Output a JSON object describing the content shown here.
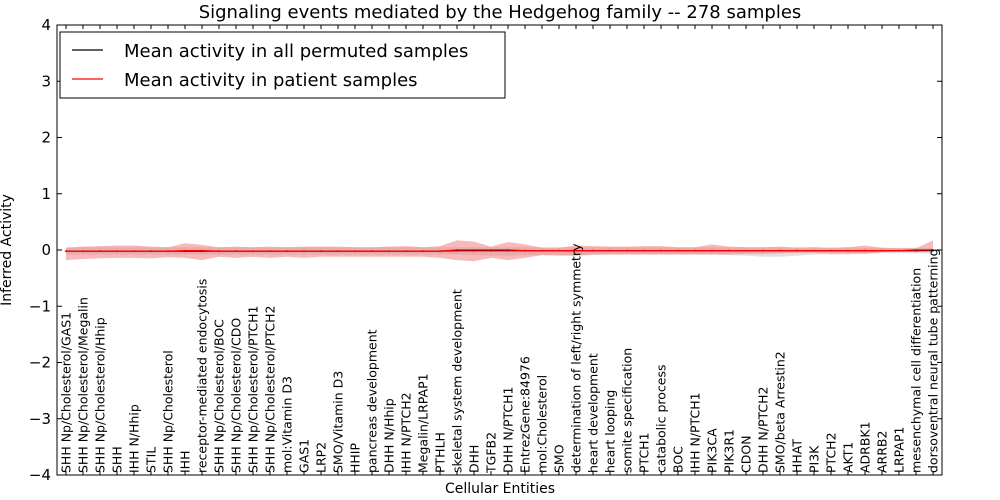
{
  "chart_data": {
    "type": "line",
    "title": "Signaling events mediated by the Hedgehog family -- 278 samples",
    "xlabel": "Cellular Entities",
    "ylabel": "Inferred Activity",
    "ylim": [
      -4,
      4
    ],
    "yticks": [
      "4",
      "3",
      "2",
      "1",
      "0",
      "−1",
      "−2",
      "−3",
      "−4"
    ],
    "ytick_values": [
      4,
      3,
      2,
      1,
      0,
      -1,
      -2,
      -3,
      -4
    ],
    "grid": false,
    "legend_position": "top-left",
    "categories": [
      "SHH Np/Cholesterol/GAS1",
      "SHH Np/Cholesterol/Megalin",
      "SHH Np/Cholesterol/Hhip",
      "SHH",
      "IHH N/Hhip",
      "STIL",
      "SHH Np/Cholesterol",
      "IHH",
      "receptor-mediated endocytosis",
      "SHH Np/Cholesterol/BOC",
      "SHH Np/Cholesterol/CDO",
      "SHH Np/Cholesterol/PTCH1",
      "SHH Np/Cholesterol/PTCH2",
      "mol:Vitamin D3",
      "GAS1",
      "LRP2",
      "SMO/Vitamin D3",
      "HHIP",
      "pancreas development",
      "DHH N/Hhip",
      "IHH N/PTCH2",
      "Megalin/LRPAP1",
      "PTHLH",
      "skeletal system development",
      "DHH",
      "TGFB2",
      "DHH N/PTCH1",
      "EntrezGene:84976",
      "mol:Cholesterol",
      "SMO",
      "determination of left/right symmetry",
      "heart development",
      "heart looping",
      "somite specification",
      "PTCH1",
      "catabolic process",
      "BOC",
      "IHH N/PTCH1",
      "PIK3CA",
      "PIK3R1",
      "CDON",
      "DHH N/PTCH2",
      "SMO/beta Arrestin2",
      "HHAT",
      "PI3K",
      "PTCH2",
      "AKT1",
      "ADRBK1",
      "ARRB2",
      "LRPAP1",
      "mesenchymal cell differentiation",
      "dorsoventral neural tube patterning"
    ],
    "series": [
      {
        "name": "Mean activity in all permuted samples",
        "color": "#000000",
        "band_color": "#bbbbbb",
        "values": [
          -0.02,
          -0.02,
          -0.02,
          -0.02,
          -0.02,
          -0.02,
          -0.02,
          -0.02,
          -0.02,
          -0.02,
          -0.02,
          -0.02,
          -0.02,
          -0.02,
          -0.02,
          -0.02,
          -0.02,
          -0.02,
          -0.02,
          -0.02,
          -0.02,
          -0.02,
          -0.02,
          -0.01,
          -0.01,
          -0.01,
          -0.01,
          -0.01,
          -0.01,
          -0.01,
          -0.01,
          -0.01,
          -0.01,
          -0.01,
          -0.01,
          -0.01,
          -0.01,
          -0.01,
          -0.01,
          -0.01,
          -0.01,
          -0.01,
          -0.01,
          -0.01,
          -0.01,
          -0.01,
          -0.01,
          -0.01,
          -0.01,
          -0.01,
          -0.01,
          -0.01
        ],
        "upper": [
          0.05,
          0.05,
          0.05,
          0.05,
          0.05,
          0.05,
          0.05,
          0.05,
          0.05,
          0.05,
          0.05,
          0.05,
          0.05,
          0.05,
          0.05,
          0.05,
          0.05,
          0.05,
          0.05,
          0.05,
          0.05,
          0.05,
          0.05,
          0.05,
          0.05,
          0.05,
          0.05,
          0.05,
          0.05,
          0.05,
          0.05,
          0.05,
          0.05,
          0.05,
          0.05,
          0.05,
          0.05,
          0.05,
          0.05,
          0.05,
          0.05,
          0.05,
          0.05,
          0.05,
          0.05,
          0.05,
          0.05,
          0.04,
          0.04,
          0.04,
          0.04,
          0.04
        ],
        "lower": [
          -0.08,
          -0.08,
          -0.08,
          -0.08,
          -0.08,
          -0.08,
          -0.08,
          -0.08,
          -0.08,
          -0.08,
          -0.08,
          -0.08,
          -0.08,
          -0.08,
          -0.08,
          -0.08,
          -0.08,
          -0.08,
          -0.08,
          -0.08,
          -0.08,
          -0.08,
          -0.08,
          -0.08,
          -0.09,
          -0.1,
          -0.1,
          -0.09,
          -0.09,
          -0.09,
          -0.1,
          -0.09,
          -0.08,
          -0.08,
          -0.08,
          -0.08,
          -0.08,
          -0.08,
          -0.08,
          -0.09,
          -0.1,
          -0.12,
          -0.12,
          -0.1,
          -0.08,
          -0.08,
          -0.08,
          -0.06,
          -0.06,
          -0.06,
          -0.06,
          -0.06
        ]
      },
      {
        "name": "Mean activity in patient samples",
        "color": "#ff0000",
        "band_color": "#f08080",
        "values": [
          -0.02,
          -0.02,
          -0.02,
          -0.02,
          -0.02,
          -0.02,
          -0.02,
          -0.01,
          -0.01,
          -0.02,
          -0.02,
          -0.02,
          -0.02,
          -0.02,
          -0.02,
          -0.02,
          -0.02,
          -0.02,
          -0.02,
          -0.02,
          -0.02,
          -0.02,
          -0.02,
          0.0,
          0.0,
          0.0,
          0.0,
          -0.01,
          -0.01,
          -0.01,
          -0.01,
          -0.01,
          -0.01,
          -0.01,
          -0.01,
          -0.01,
          -0.01,
          -0.01,
          -0.01,
          -0.01,
          -0.01,
          -0.01,
          -0.01,
          -0.01,
          -0.01,
          -0.01,
          -0.01,
          -0.01,
          -0.01,
          -0.01,
          0.0,
          0.0
        ],
        "upper": [
          0.04,
          0.06,
          0.07,
          0.08,
          0.08,
          0.06,
          0.05,
          0.12,
          0.09,
          0.05,
          0.06,
          0.05,
          0.06,
          0.05,
          0.06,
          0.06,
          0.06,
          0.05,
          0.05,
          0.06,
          0.07,
          0.05,
          0.07,
          0.17,
          0.15,
          0.06,
          0.14,
          0.1,
          0.04,
          0.04,
          0.08,
          0.07,
          0.06,
          0.06,
          0.07,
          0.07,
          0.05,
          0.05,
          0.1,
          0.06,
          0.05,
          0.05,
          0.06,
          0.04,
          0.05,
          0.03,
          0.05,
          0.08,
          0.04,
          0.03,
          0.03,
          0.17
        ],
        "lower": [
          -0.18,
          -0.16,
          -0.15,
          -0.14,
          -0.14,
          -0.15,
          -0.13,
          -0.14,
          -0.18,
          -0.12,
          -0.14,
          -0.12,
          -0.14,
          -0.12,
          -0.14,
          -0.12,
          -0.12,
          -0.12,
          -0.12,
          -0.12,
          -0.12,
          -0.12,
          -0.14,
          -0.18,
          -0.2,
          -0.14,
          -0.18,
          -0.14,
          -0.09,
          -0.1,
          -0.1,
          -0.08,
          -0.08,
          -0.08,
          -0.08,
          -0.08,
          -0.08,
          -0.08,
          -0.08,
          -0.08,
          -0.07,
          -0.07,
          -0.06,
          -0.05,
          -0.05,
          -0.06,
          -0.06,
          -0.07,
          -0.04,
          -0.03,
          -0.03,
          0.0
        ]
      }
    ]
  }
}
